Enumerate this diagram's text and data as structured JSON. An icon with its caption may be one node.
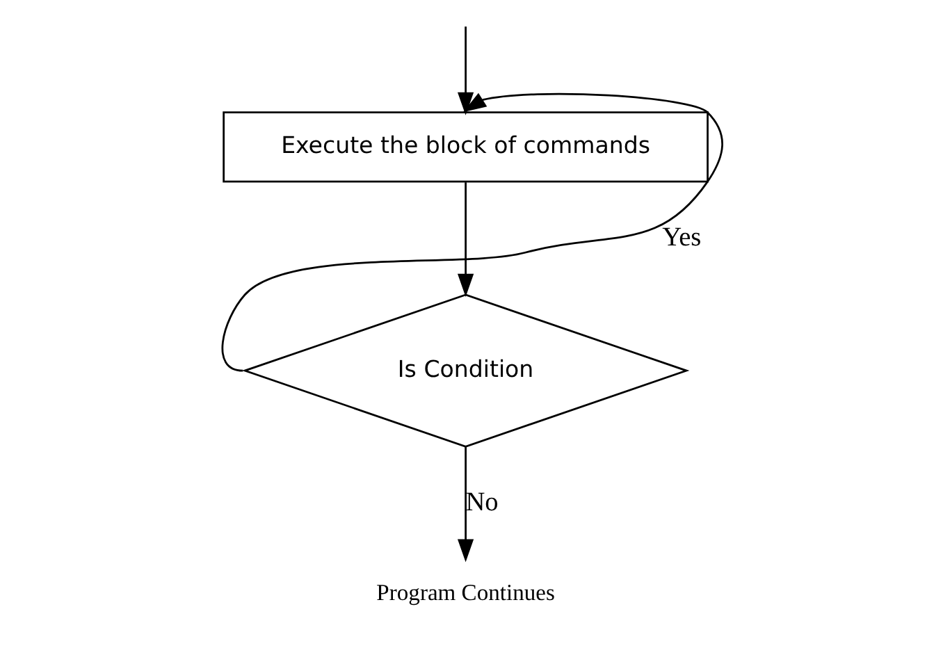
{
  "diagram": {
    "nodes": [
      {
        "text": [
          "Execute the block of commands"
        ]
      },
      {
        "text": [
          "Is Condition"
        ]
      },
      {
        "text": [
          "Program Continues"
        ]
      }
    ],
    "edges": [
      {
        "from": null,
        "to": 0,
        "arrow": "to"
      },
      {
        "from": 0,
        "to": 1,
        "arrow": "to"
      },
      {
        "from": 1,
        "to": 0,
        "arrow": "to",
        "label": "Yes"
      },
      {
        "from": 1,
        "to": 2,
        "arrow": "to",
        "label": "No"
      }
    ]
  }
}
